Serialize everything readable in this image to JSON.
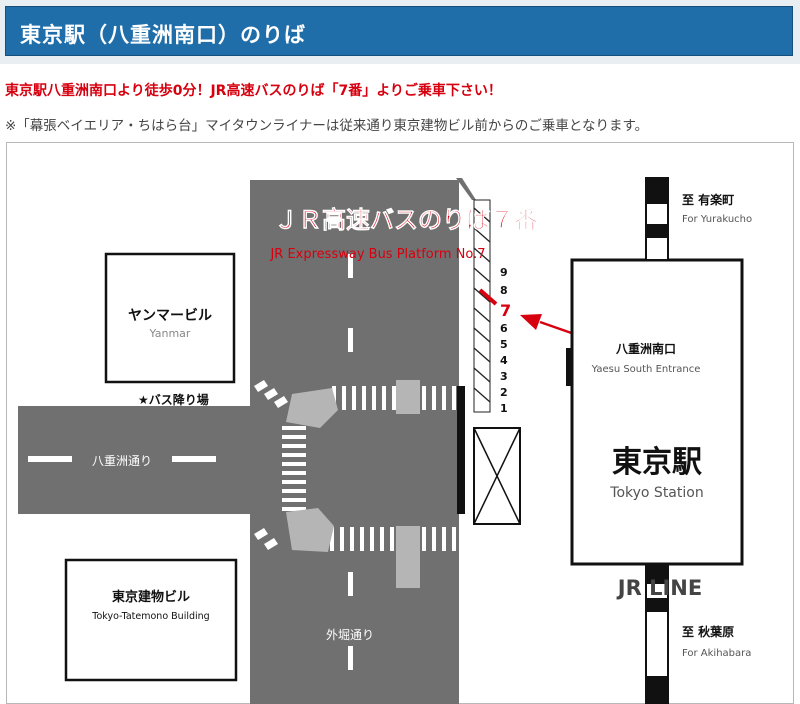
{
  "header": {
    "title": "東京駅（八重洲南口）のりば"
  },
  "notice": "東京駅八重洲南口より徒歩0分！JR高速バスのりば「7番」よりご乗車下さい！",
  "note": "※「幕張ベイエリア・ちはら台」マイタウンライナーは従来通り東京建物ビル前からのご乗車となります。",
  "colors": {
    "header_bg": "#1f6eaa",
    "accent_red": "#d7000f",
    "road": "#707070",
    "crosswalk_block": "#b5b5b5"
  },
  "map": {
    "platform_title": "ＪＲ高速バスのりば７番",
    "platform_title_en": "JR Expressway Bus Platform No.7",
    "platform_numbers": [
      "9",
      "8",
      "7",
      "6",
      "5",
      "4",
      "3",
      "2",
      "1"
    ],
    "highlight_platform": "7",
    "yanmar": {
      "jp": "ヤンマービル",
      "en": "Yanmar"
    },
    "bus_dropoff": "★バス降り場",
    "yaesu_street": "八重洲通り",
    "sotobori_street": "外堀通り",
    "tatemono": {
      "jp": "東京建物ビル",
      "en": "Tokyo-Tatemono Building"
    },
    "entrance": {
      "jp": "八重洲南口",
      "en": "Yaesu South Entrance"
    },
    "station": {
      "jp": "東京駅",
      "en": "Tokyo Station"
    },
    "jr_line": "JR LINE",
    "dir_north": {
      "jp": "至 有楽町",
      "en": "For Yurakucho"
    },
    "dir_south": {
      "jp": "至 秋葉原",
      "en": "For Akihabara"
    }
  }
}
